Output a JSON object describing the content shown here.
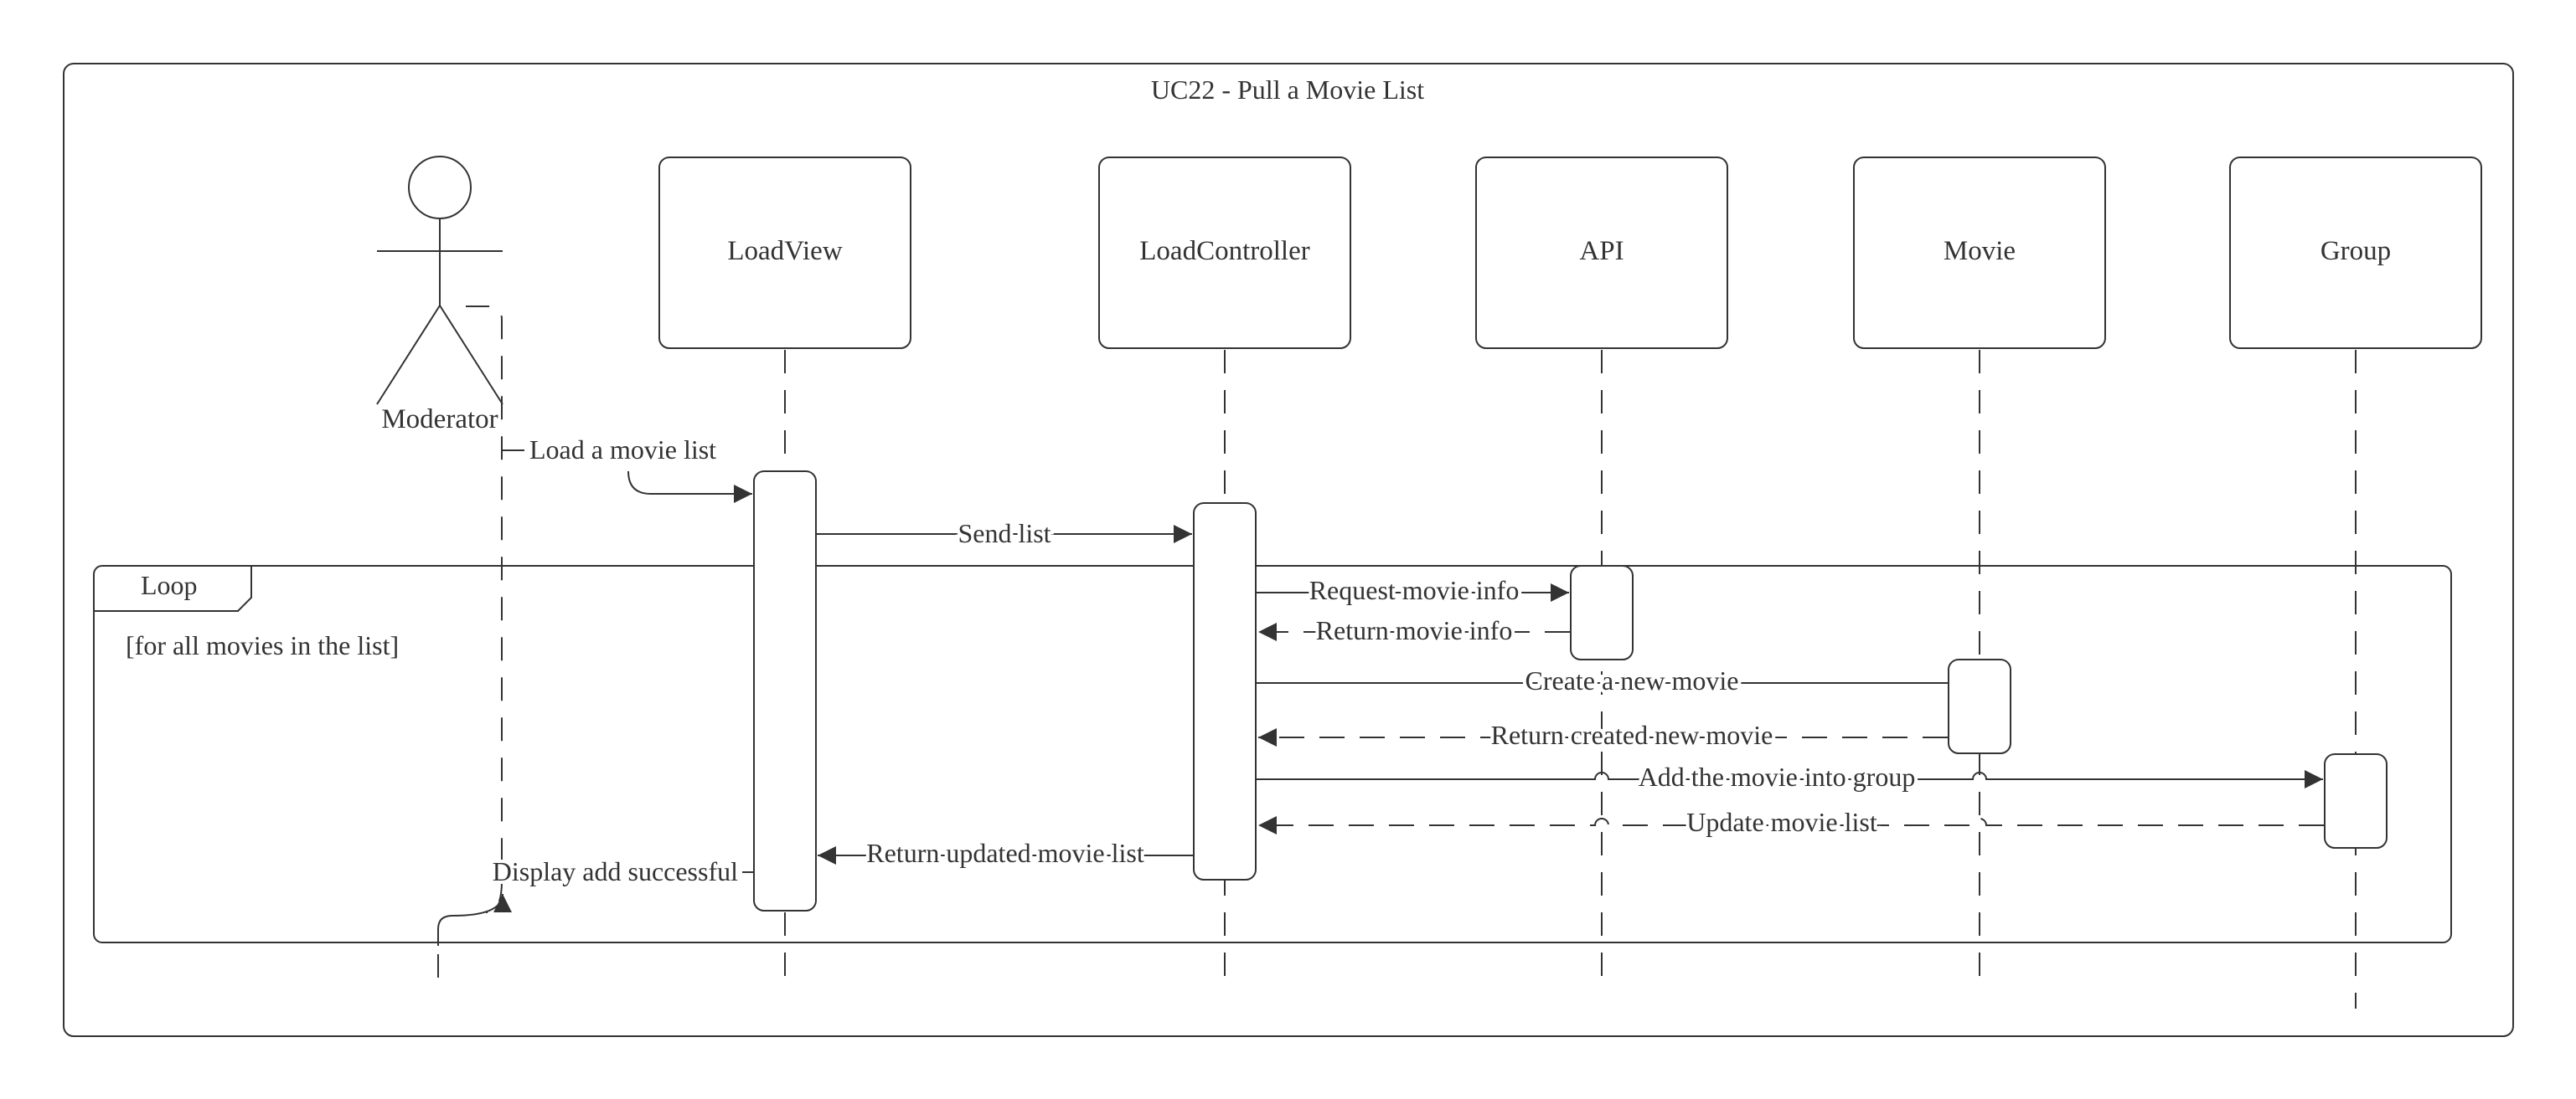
{
  "diagram": {
    "title": "UC22 - Pull a Movie List",
    "actor": {
      "name": "Moderator"
    },
    "participants": [
      {
        "id": "loadview",
        "name": "LoadView"
      },
      {
        "id": "loadcontroller",
        "name": "LoadController"
      },
      {
        "id": "api",
        "name": "API"
      },
      {
        "id": "movie",
        "name": "Movie"
      },
      {
        "id": "group",
        "name": "Group"
      }
    ],
    "loop": {
      "label": "Loop",
      "guard": "[for all movies in the list]"
    },
    "messages": [
      {
        "id": "m1",
        "label": "Load a movie list",
        "from": "Moderator",
        "to": "LoadView",
        "style": "solid"
      },
      {
        "id": "m2",
        "label": "Send list",
        "from": "LoadView",
        "to": "LoadController",
        "style": "solid"
      },
      {
        "id": "m3",
        "label": "Request movie info",
        "from": "LoadController",
        "to": "API",
        "style": "solid"
      },
      {
        "id": "m4",
        "label": "Return movie info",
        "from": "API",
        "to": "LoadController",
        "style": "dashed"
      },
      {
        "id": "m5",
        "label": "Create a new movie",
        "from": "LoadController",
        "to": "Movie",
        "style": "solid"
      },
      {
        "id": "m6",
        "label": "Return created new movie",
        "from": "Movie",
        "to": "LoadController",
        "style": "dashed"
      },
      {
        "id": "m7",
        "label": "Add the movie into group",
        "from": "LoadController",
        "to": "Group",
        "style": "solid"
      },
      {
        "id": "m8",
        "label": "Update movie list",
        "from": "Group",
        "to": "LoadController",
        "style": "dashed"
      },
      {
        "id": "m9",
        "label": "Return updated movie list",
        "from": "LoadController",
        "to": "LoadView",
        "style": "solid"
      },
      {
        "id": "m10",
        "label": "Display add successful",
        "from": "LoadView",
        "to": "Moderator",
        "style": "solid"
      }
    ],
    "colors": {
      "line": "#333333",
      "background": "#ffffff"
    }
  }
}
